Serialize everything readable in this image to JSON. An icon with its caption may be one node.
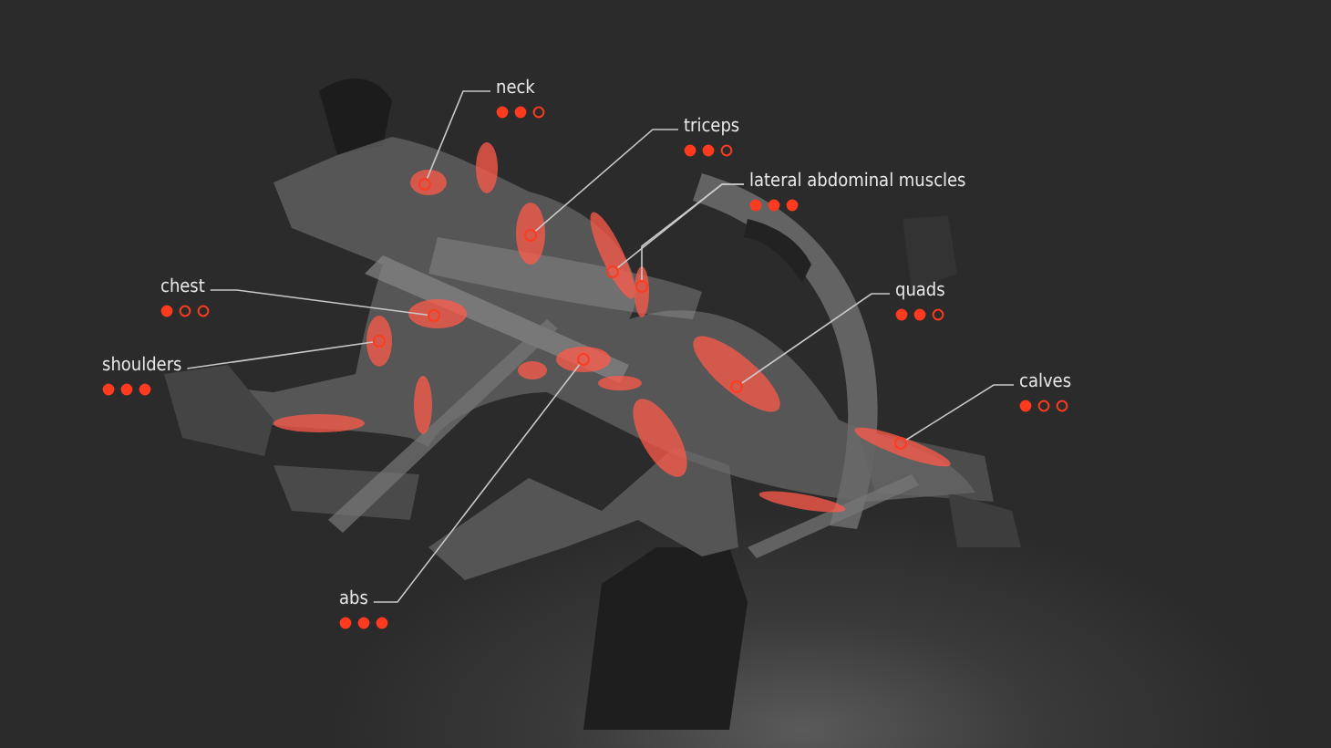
{
  "diagram": {
    "nodes": [
      {
        "text": [
          "neck"
        ]
      },
      {
        "text": [
          "triceps"
        ]
      },
      {
        "text": [
          "lateral abdominal muscles"
        ]
      },
      {
        "text": [
          "chest"
        ]
      },
      {
        "text": [
          "shoulders"
        ]
      },
      {
        "text": [
          "quads"
        ]
      },
      {
        "text": [
          "calves"
        ]
      },
      {
        "text": [
          "abs"
        ]
      },
      {
        "text": [],
        "shape": "circle"
      },
      {
        "text": [],
        "shape": "circle"
      },
      {
        "text": [],
        "shape": "circle"
      },
      {
        "text": [],
        "shape": "circle"
      },
      {
        "text": [],
        "shape": "circle"
      },
      {
        "text": [],
        "shape": "circle"
      },
      {
        "text": [],
        "shape": "circle"
      },
      {
        "text": [],
        "shape": "circle"
      },
      {
        "text": [],
        "shape": "circle"
      }
    ],
    "edges": [
      {
        "from": 0,
        "to": 8,
        "arrow": "none"
      },
      {
        "from": 1,
        "to": 9,
        "arrow": "none"
      },
      {
        "from": 2,
        "to": 10,
        "arrow": "none"
      },
      {
        "from": 2,
        "to": 11,
        "arrow": "none"
      },
      {
        "from": 3,
        "to": 12,
        "arrow": "none"
      },
      {
        "from": 4,
        "to": 13,
        "arrow": "none"
      },
      {
        "from": 5,
        "to": 14,
        "arrow": "none"
      },
      {
        "from": 6,
        "to": 15,
        "arrow": "none"
      },
      {
        "from": 7,
        "to": 16,
        "arrow": "none"
      }
    ]
  }
}
